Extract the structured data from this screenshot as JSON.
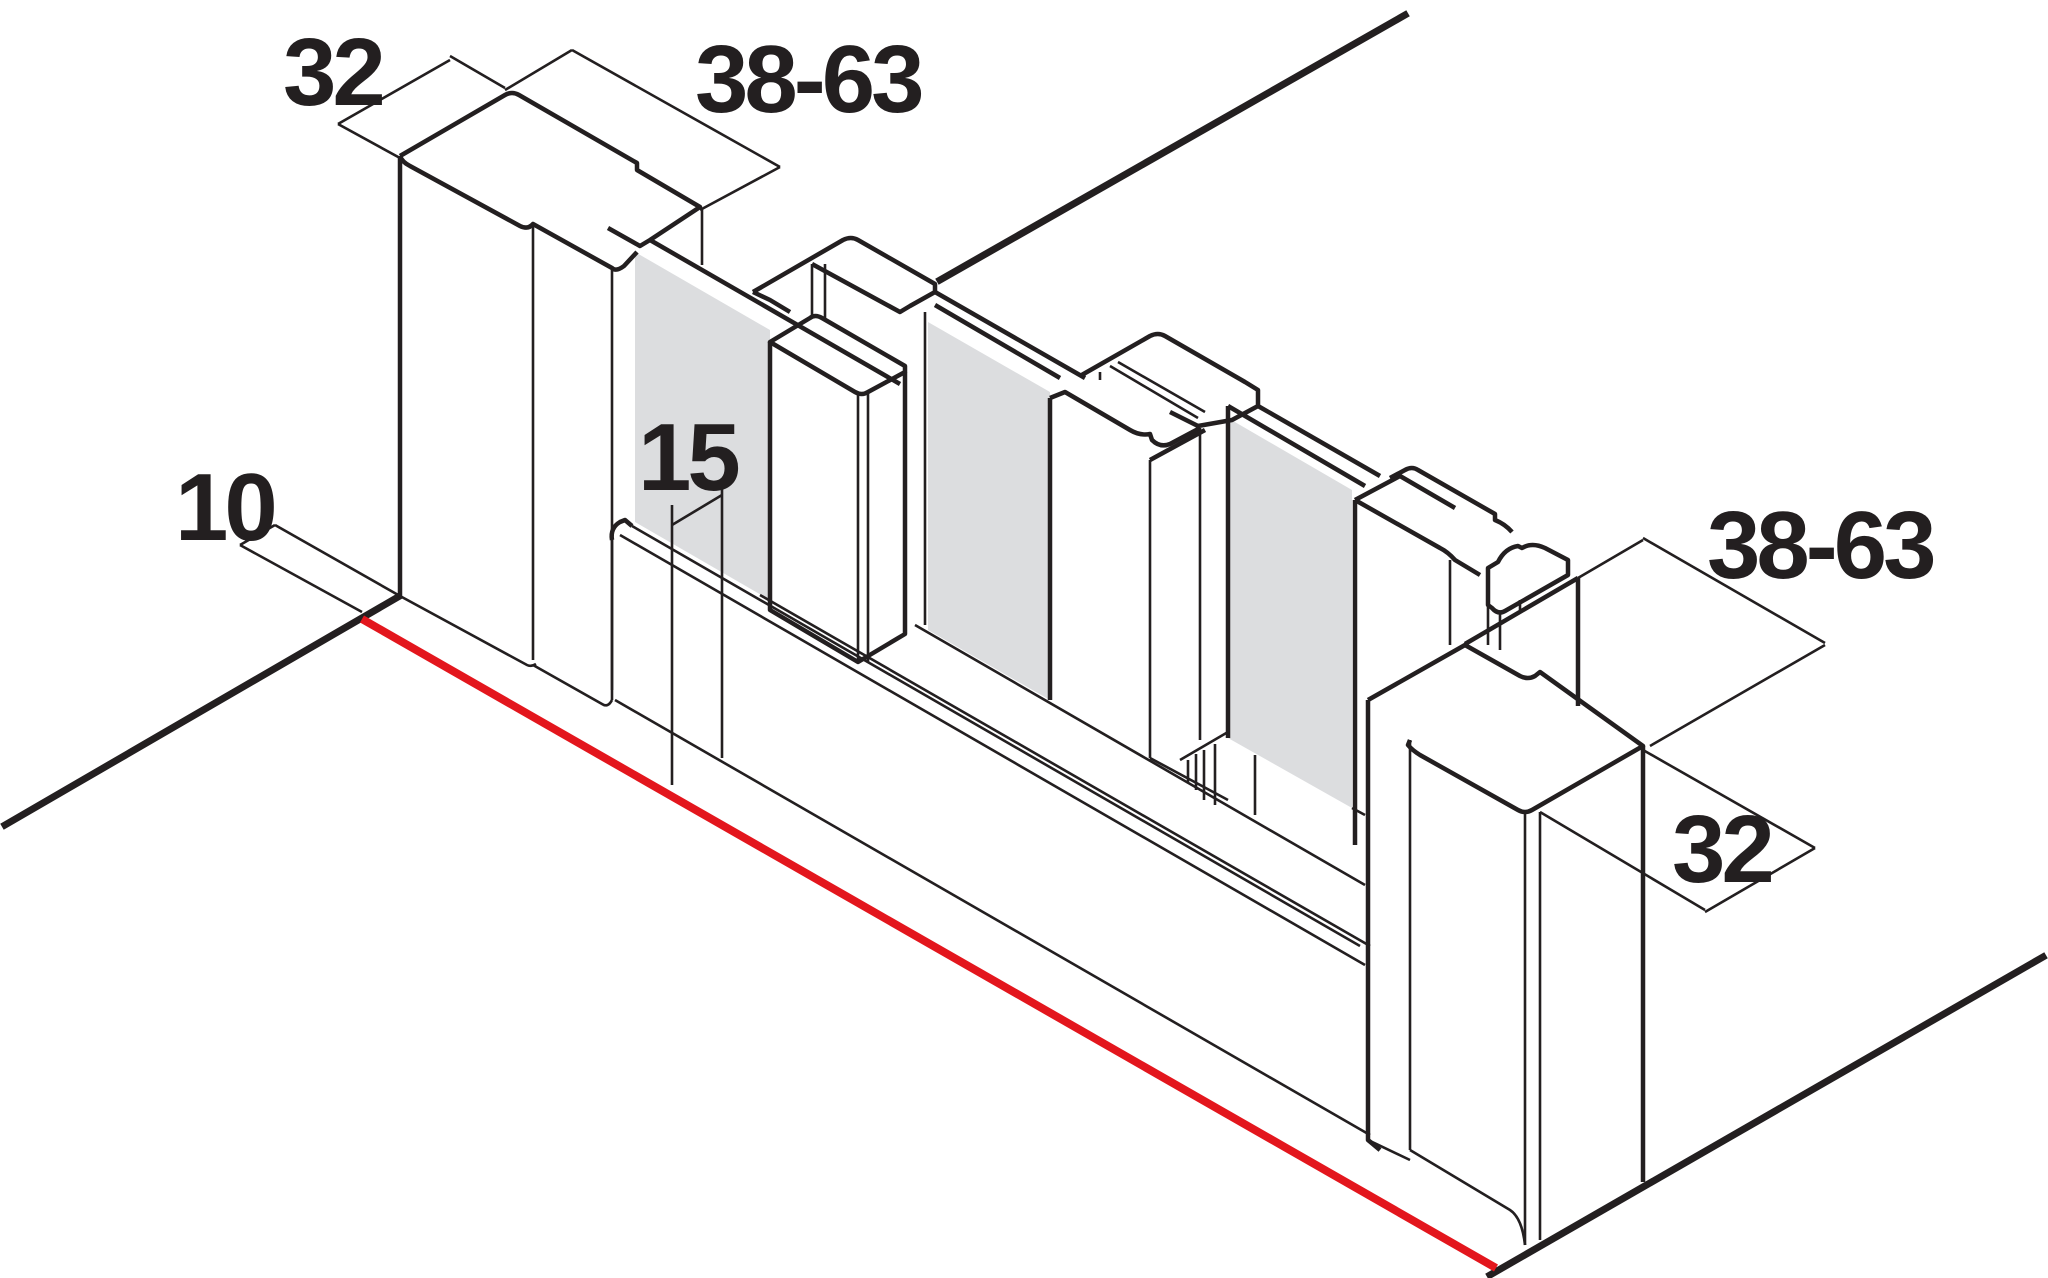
{
  "diagram": {
    "labels": {
      "top_left_width": "32",
      "top_range": "38-63",
      "left_offset": "10",
      "middle_gap": "15",
      "right_range": "38-63",
      "right_width": "32"
    },
    "colors": {
      "outline": "#231f20",
      "floor_edge": "#e3161d",
      "glass": "#dcdddf",
      "background": "#ffffff"
    }
  }
}
